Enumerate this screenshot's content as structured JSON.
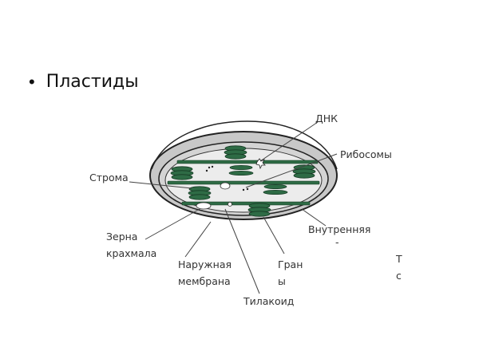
{
  "slide": {
    "bullet": "•",
    "title": "Пластиды"
  },
  "diagram": {
    "subject": "chloroplast",
    "colors": {
      "thylakoid_green": "#2e6b45",
      "membrane_gray": "#c8c8c8",
      "stroma_fill": "#ececec",
      "outline": "#222222"
    },
    "labels": {
      "dna": "ДНК",
      "ribosomes": "Рибосомы",
      "stroma": "Строма",
      "starch_line1": "Зерна",
      "starch_line2": "крахмала",
      "outer_line1": "Наружная",
      "outer_line2": "мембрана",
      "grana_line1": "Гран",
      "grana_line2": "ы",
      "thylakoid": "Тилакоид",
      "inner_line1": "Внутренняя",
      "inner_line2": "-",
      "cut_line1": "Т",
      "cut_line2": "с"
    }
  }
}
